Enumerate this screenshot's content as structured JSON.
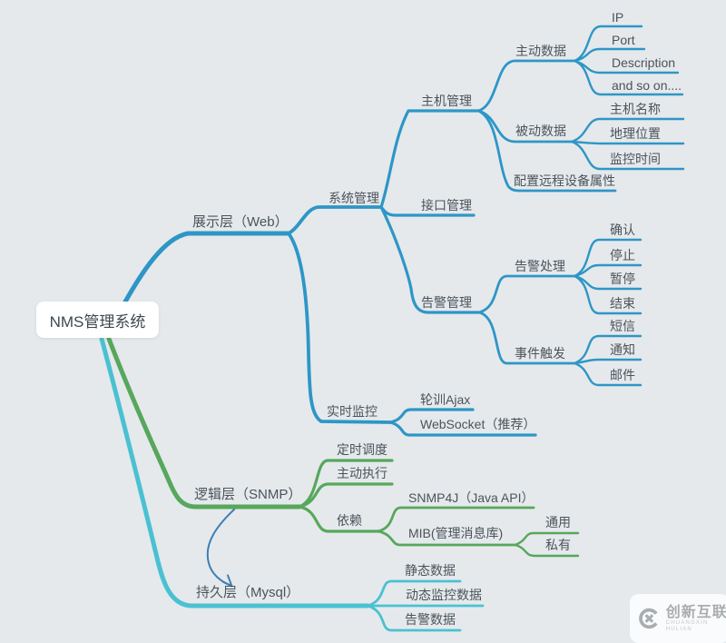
{
  "colors": {
    "background": "#e5e9ec",
    "branch_presentation": "#2e96c6",
    "branch_logic": "#57a75c",
    "branch_persistence": "#4ac1d2",
    "relation_arrow": "#3d7eb4",
    "text": "#4b545b"
  },
  "tree": {
    "label": "NMS管理系统",
    "children": [
      {
        "label": "展示层（Web）",
        "children": [
          {
            "label": "系统管理",
            "children": [
              {
                "label": "主机管理",
                "children": [
                  {
                    "label": "主动数据",
                    "children": [
                      {
                        "label": "IP"
                      },
                      {
                        "label": "Port"
                      },
                      {
                        "label": "Description"
                      },
                      {
                        "label": "and so on...."
                      }
                    ]
                  },
                  {
                    "label": "被动数据",
                    "children": [
                      {
                        "label": "主机名称"
                      },
                      {
                        "label": "地理位置"
                      },
                      {
                        "label": "监控时间"
                      }
                    ]
                  },
                  {
                    "label": "配置远程设备属性"
                  }
                ]
              },
              {
                "label": "接口管理"
              },
              {
                "label": "告警管理",
                "children": [
                  {
                    "label": "告警处理",
                    "children": [
                      {
                        "label": "确认"
                      },
                      {
                        "label": "停止"
                      },
                      {
                        "label": "暂停"
                      },
                      {
                        "label": "结束"
                      }
                    ]
                  },
                  {
                    "label": "事件触发",
                    "children": [
                      {
                        "label": "短信"
                      },
                      {
                        "label": "通知"
                      },
                      {
                        "label": "邮件"
                      }
                    ]
                  }
                ]
              }
            ]
          },
          {
            "label": "实时监控",
            "children": [
              {
                "label": "轮训Ajax"
              },
              {
                "label": "WebSocket（推荐）"
              }
            ]
          }
        ]
      },
      {
        "label": "逻辑层（SNMP）",
        "children": [
          {
            "label": "定时调度"
          },
          {
            "label": "主动执行"
          },
          {
            "label": "依赖",
            "children": [
              {
                "label": "SNMP4J（Java API）"
              },
              {
                "label": "MIB(管理消息库)",
                "children": [
                  {
                    "label": "通用"
                  },
                  {
                    "label": "私有"
                  }
                ]
              }
            ]
          }
        ]
      },
      {
        "label": "持久层（Mysql）",
        "children": [
          {
            "label": "静态数据"
          },
          {
            "label": "动态监控数据"
          },
          {
            "label": "告警数据"
          }
        ]
      }
    ]
  },
  "watermark": {
    "brand": "创新互联",
    "subtext": "CHUANGXIN HULIAN"
  }
}
